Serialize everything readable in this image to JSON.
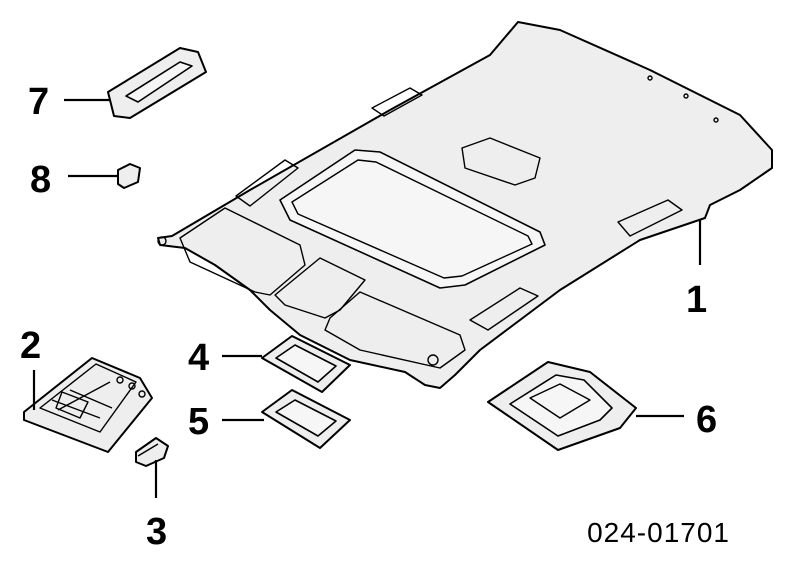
{
  "callouts": {
    "c1": "1",
    "c2": "2",
    "c3": "3",
    "c4": "4",
    "c5": "5",
    "c6": "6",
    "c7": "7",
    "c8": "8"
  },
  "diagram_code": "024-01701"
}
